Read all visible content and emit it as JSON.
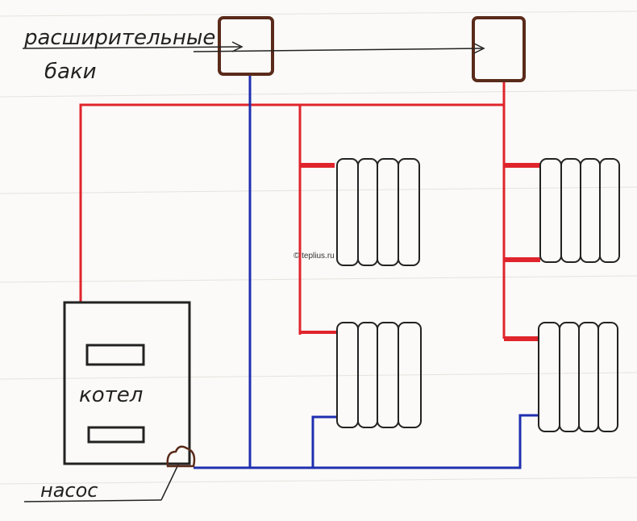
{
  "labels": {
    "tanks_line1": "расширительные",
    "tanks_line2": "баки",
    "boiler": "котел",
    "pump": "насос",
    "watermark": "© teplius.ru"
  },
  "colors": {
    "supply": "#e0242c",
    "return": "#1f2fb0",
    "tank": "#5a2a1a",
    "ink": "#222222"
  }
}
